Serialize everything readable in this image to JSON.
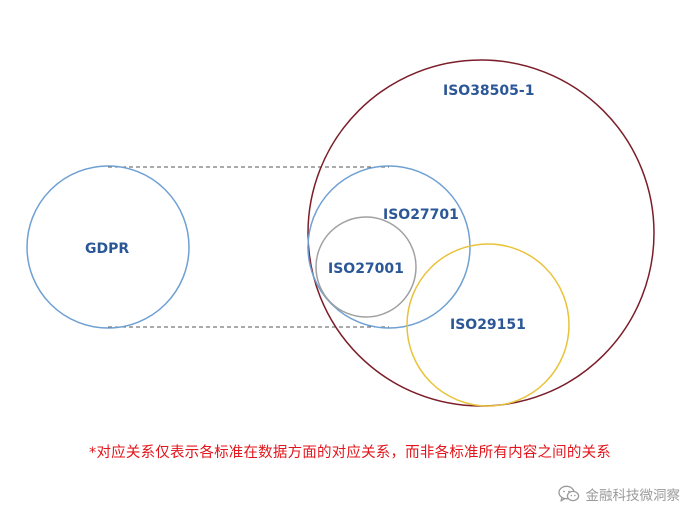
{
  "diagram": {
    "circles": [
      {
        "id": "gdpr",
        "label": "GDPR",
        "color": "#6fa0d4"
      },
      {
        "id": "iso38505",
        "label": "ISO38505-1",
        "color": "#7b1e2a"
      },
      {
        "id": "iso27701",
        "label": "ISO27701",
        "color": "#6fa0d4"
      },
      {
        "id": "iso27001",
        "label": "ISO27001",
        "color": "#a0a0a0"
      },
      {
        "id": "iso29151",
        "label": "ISO29151",
        "color": "#e8c33a"
      }
    ],
    "connector_color": "#555555",
    "label_color": "#2b5797"
  },
  "footnote": "*对应关系仅表示各标准在数据方面的对应关系，而非各标准所有内容之间的关系",
  "footnote_color": "#e3141b",
  "watermark": {
    "icon": "wechat-icon",
    "text": "金融科技微洞察"
  }
}
